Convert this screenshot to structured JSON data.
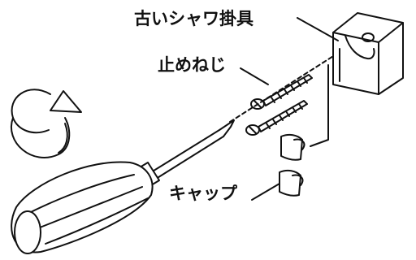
{
  "labels": {
    "old_shower_holder": "古いシャワ掛具",
    "fixing_screws": "止めねじ",
    "caps": "キャップ"
  }
}
